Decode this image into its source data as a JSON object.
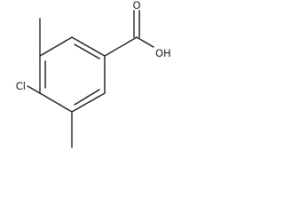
{
  "molecule": {
    "atoms": {
      "oxygen_carbonyl": "O",
      "hydroxyl": "OH",
      "chlorine": "Cl"
    }
  }
}
